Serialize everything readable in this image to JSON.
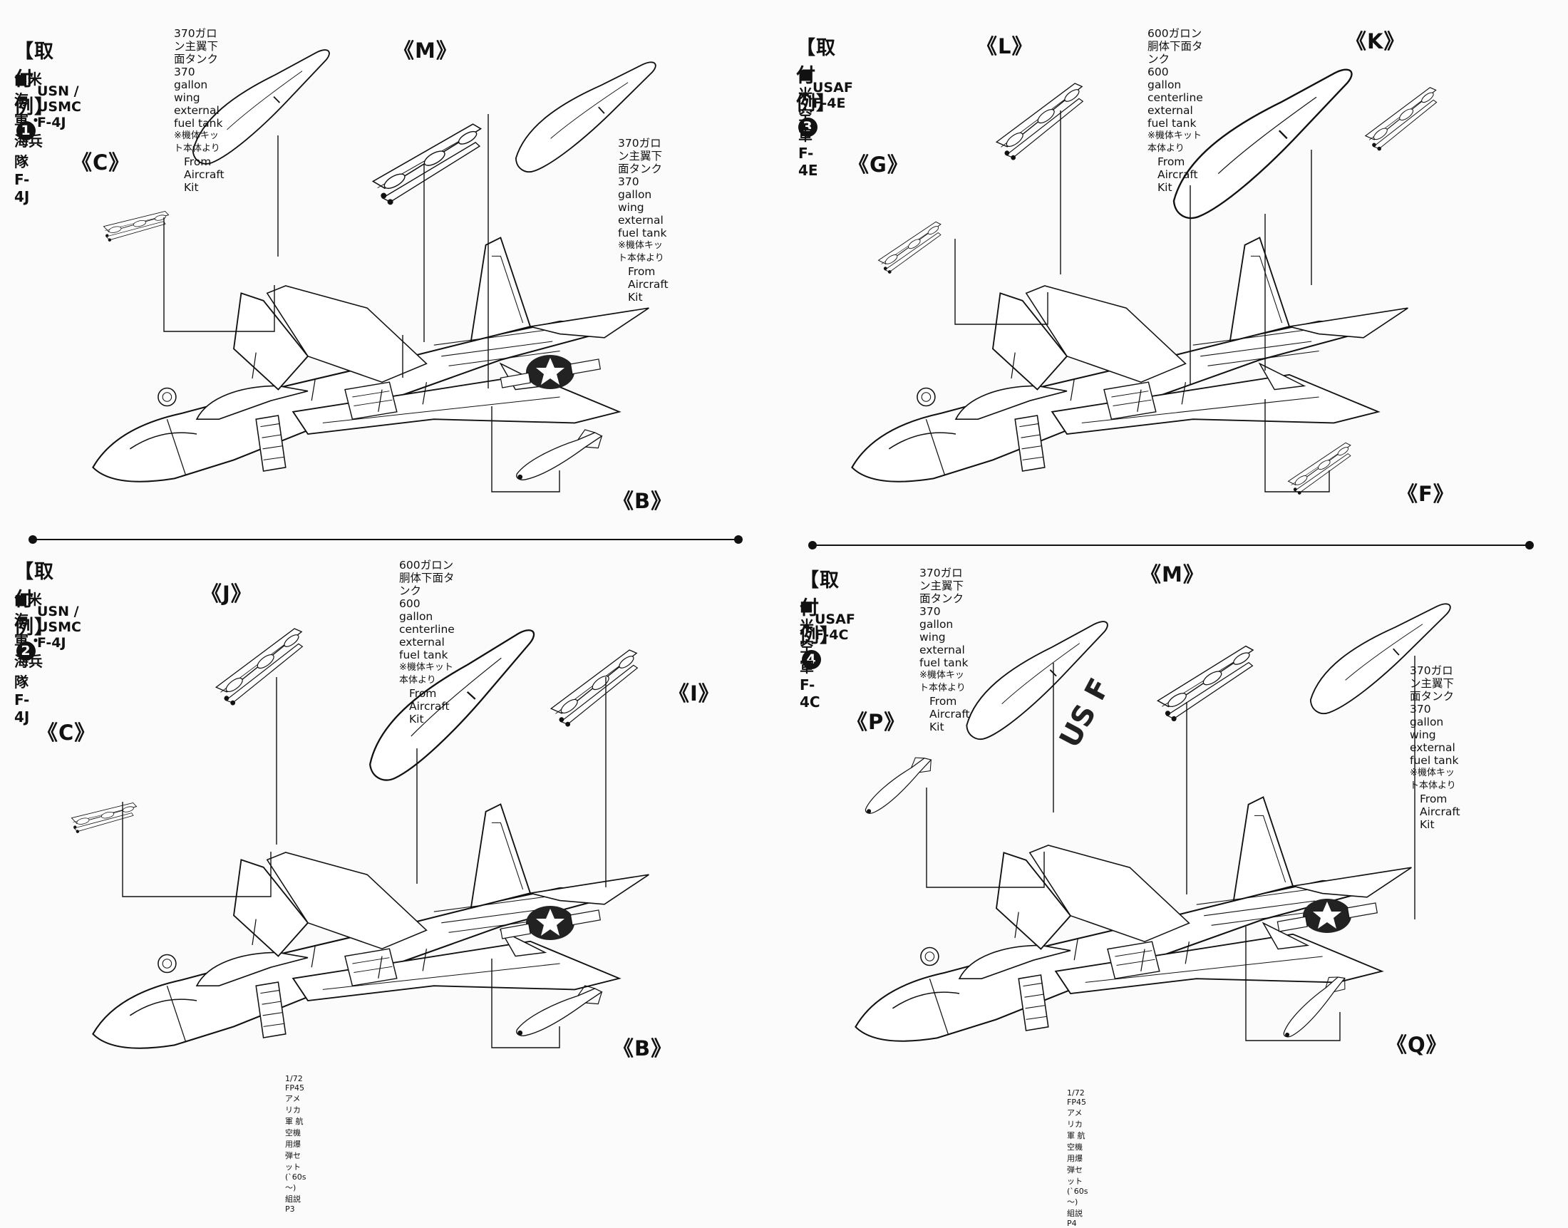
{
  "panels": [
    {
      "heading": "【取付例】",
      "number": "1",
      "service_jp": "■米海軍・海兵隊 F-4J",
      "service_en": "USN / USMC F-4J",
      "notes": [
        {
          "lines": [
            "370ガロン主翼下面タンク",
            "370 gallon wing external",
            "fuel tank",
            "※機体キット本体より",
            "From Aircraft Kit"
          ]
        },
        {
          "lines": [
            "370ガロン主翼下面タンク",
            "370 gallon wing external",
            "fuel tank",
            "※機体キット本体より",
            "From Aircraft Kit"
          ]
        }
      ],
      "letters": [
        "《M》",
        "《C》",
        "《B》"
      ]
    },
    {
      "heading": "【取付例】",
      "number": "2",
      "service_jp": "■米海軍・海兵隊 F-4J",
      "service_en": "USN / USMC F-4J",
      "notes": [
        {
          "lines": [
            "600ガロン 胴体下面タンク",
            "600 gallon centerline external fuel tank",
            "※機体キット本体より",
            "From Aircraft Kit"
          ]
        }
      ],
      "letters": [
        "《J》",
        "《I》",
        "《C》",
        "《B》"
      ]
    },
    {
      "heading": "【取付例】",
      "number": "3",
      "service_jp": "■米空軍 F-4E",
      "service_en": "USAF F-4E",
      "notes": [
        {
          "lines": [
            "600ガロン 胴体下面タンク",
            "600 gallon centerline",
            "external fuel tank",
            "※機体キット本体より",
            "From Aircraft Kit"
          ]
        }
      ],
      "letters": [
        "《L》",
        "《K》",
        "《G》",
        "《F》"
      ]
    },
    {
      "heading": "【取付例】",
      "number": "4",
      "service_jp": "■米空軍 F-4C",
      "service_en": "USAF F-4C",
      "notes": [
        {
          "lines": [
            "370ガロン主翼下面タンク",
            "370 gallon wing external",
            "fuel tank",
            "※機体キット本体より",
            "From Aircraft Kit"
          ]
        },
        {
          "lines": [
            "370ガロン主翼下面タンク",
            "370 gallon wing external",
            "fuel tank",
            "※機体キット本体より",
            "From Aircraft Kit"
          ]
        }
      ],
      "letters": [
        "《M》",
        "《P》",
        "《Q》"
      ]
    }
  ],
  "footers": {
    "left": "1/72 FP45 アメリカ軍 航空機用爆弾セット(`60s～) 組説P3",
    "right": "1/72 FP45 アメリカ軍 航空機用爆弾セット(`60s～) 組説P4"
  },
  "decals": {
    "tail_code": "US F"
  }
}
